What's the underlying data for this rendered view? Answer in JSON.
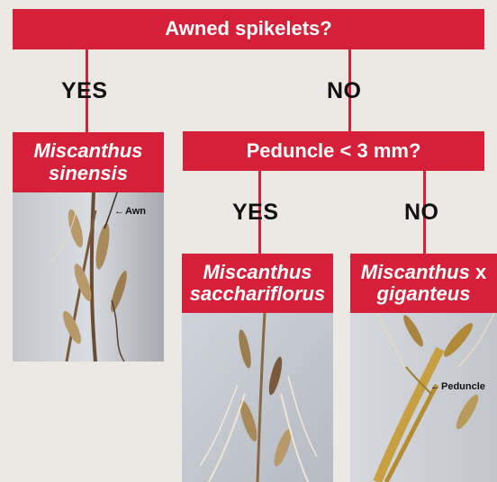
{
  "root": {
    "question": "Awned spikelets?"
  },
  "branch_yes_label": "YES",
  "branch_no_label": "NO",
  "leaf_sinensis": {
    "genus": "Miscanthus",
    "species": "sinensis",
    "annotation": "Awn"
  },
  "node_peduncle": {
    "question": "Peduncle < 3 mm?"
  },
  "sub_yes_label": "YES",
  "sub_no_label": "NO",
  "leaf_sacchariflorus": {
    "genus": "Miscanthus",
    "species": "sacchariflorus"
  },
  "leaf_giganteus": {
    "genus": "Miscanthus",
    "hybrid_mark": "x",
    "species": "giganteus",
    "annotation": "Peduncle"
  },
  "colors": {
    "accent": "#d61f38",
    "background": "#ece9e4"
  }
}
